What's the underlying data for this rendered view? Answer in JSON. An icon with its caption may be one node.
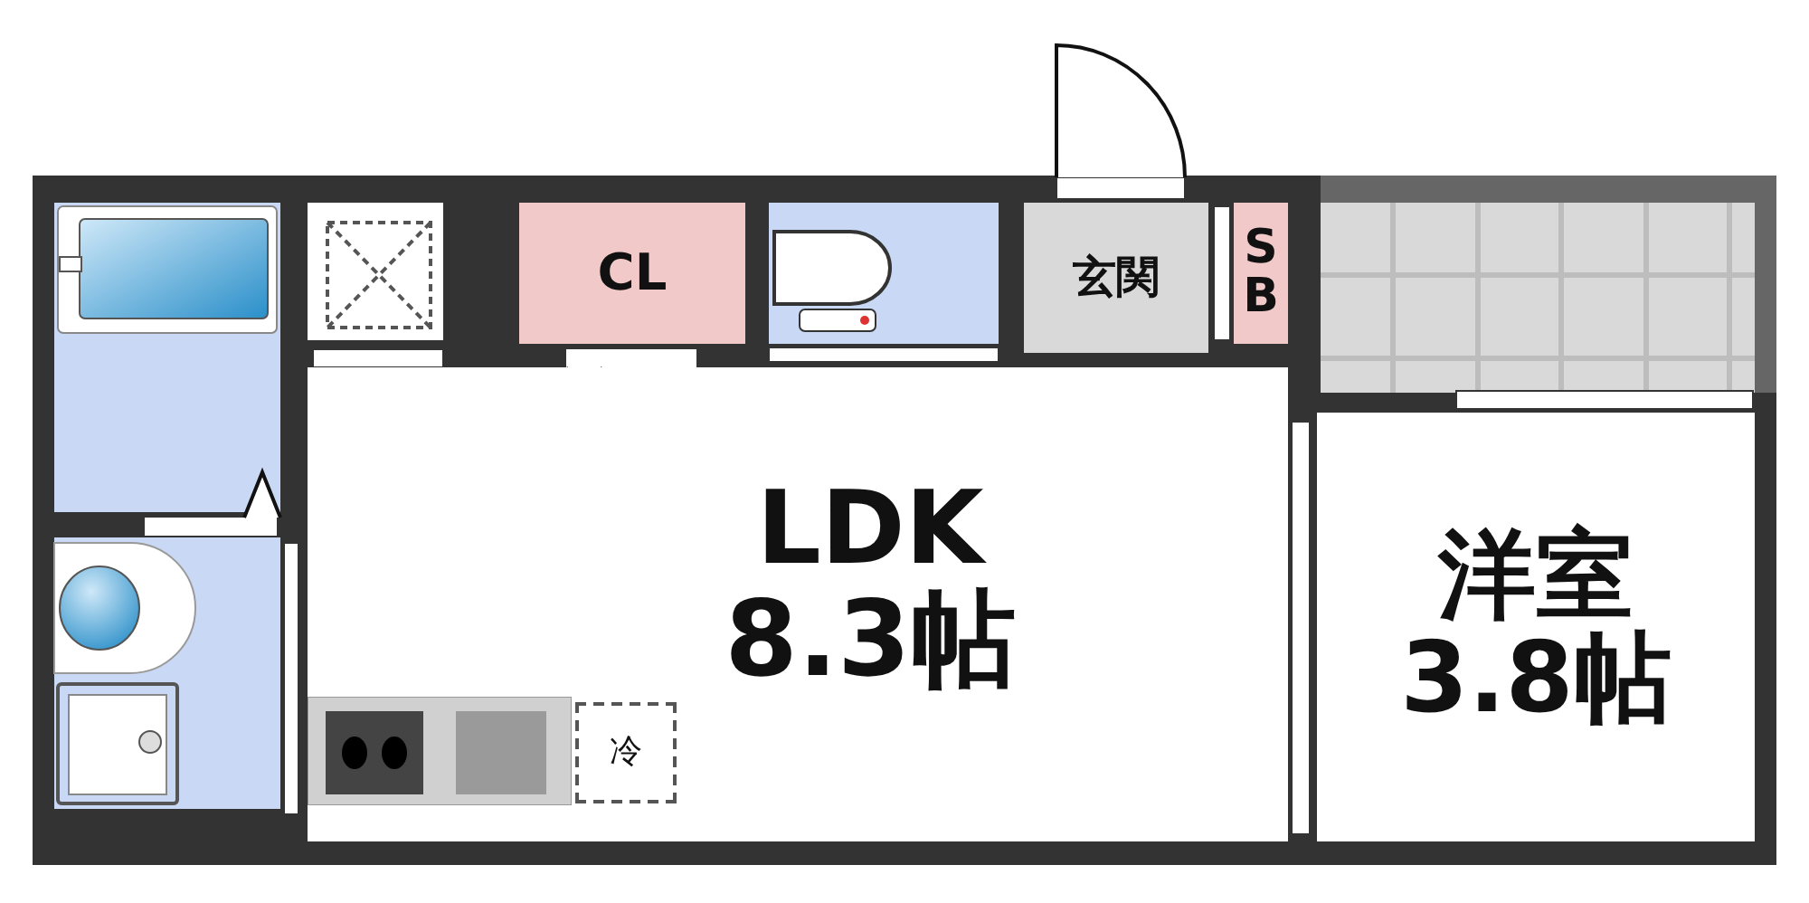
{
  "diagram": {
    "nodes": [
      {
        "text": [
          "CL"
        ]
      },
      {
        "text": [
          "玄関"
        ]
      },
      {
        "text": [
          "SB"
        ]
      },
      {
        "text": [
          "LDK",
          "8.3帖"
        ]
      },
      {
        "text": [
          "冷"
        ],
        "in": 3
      },
      {
        "text": [
          "洋室",
          "3.8帖"
        ]
      }
    ]
  }
}
